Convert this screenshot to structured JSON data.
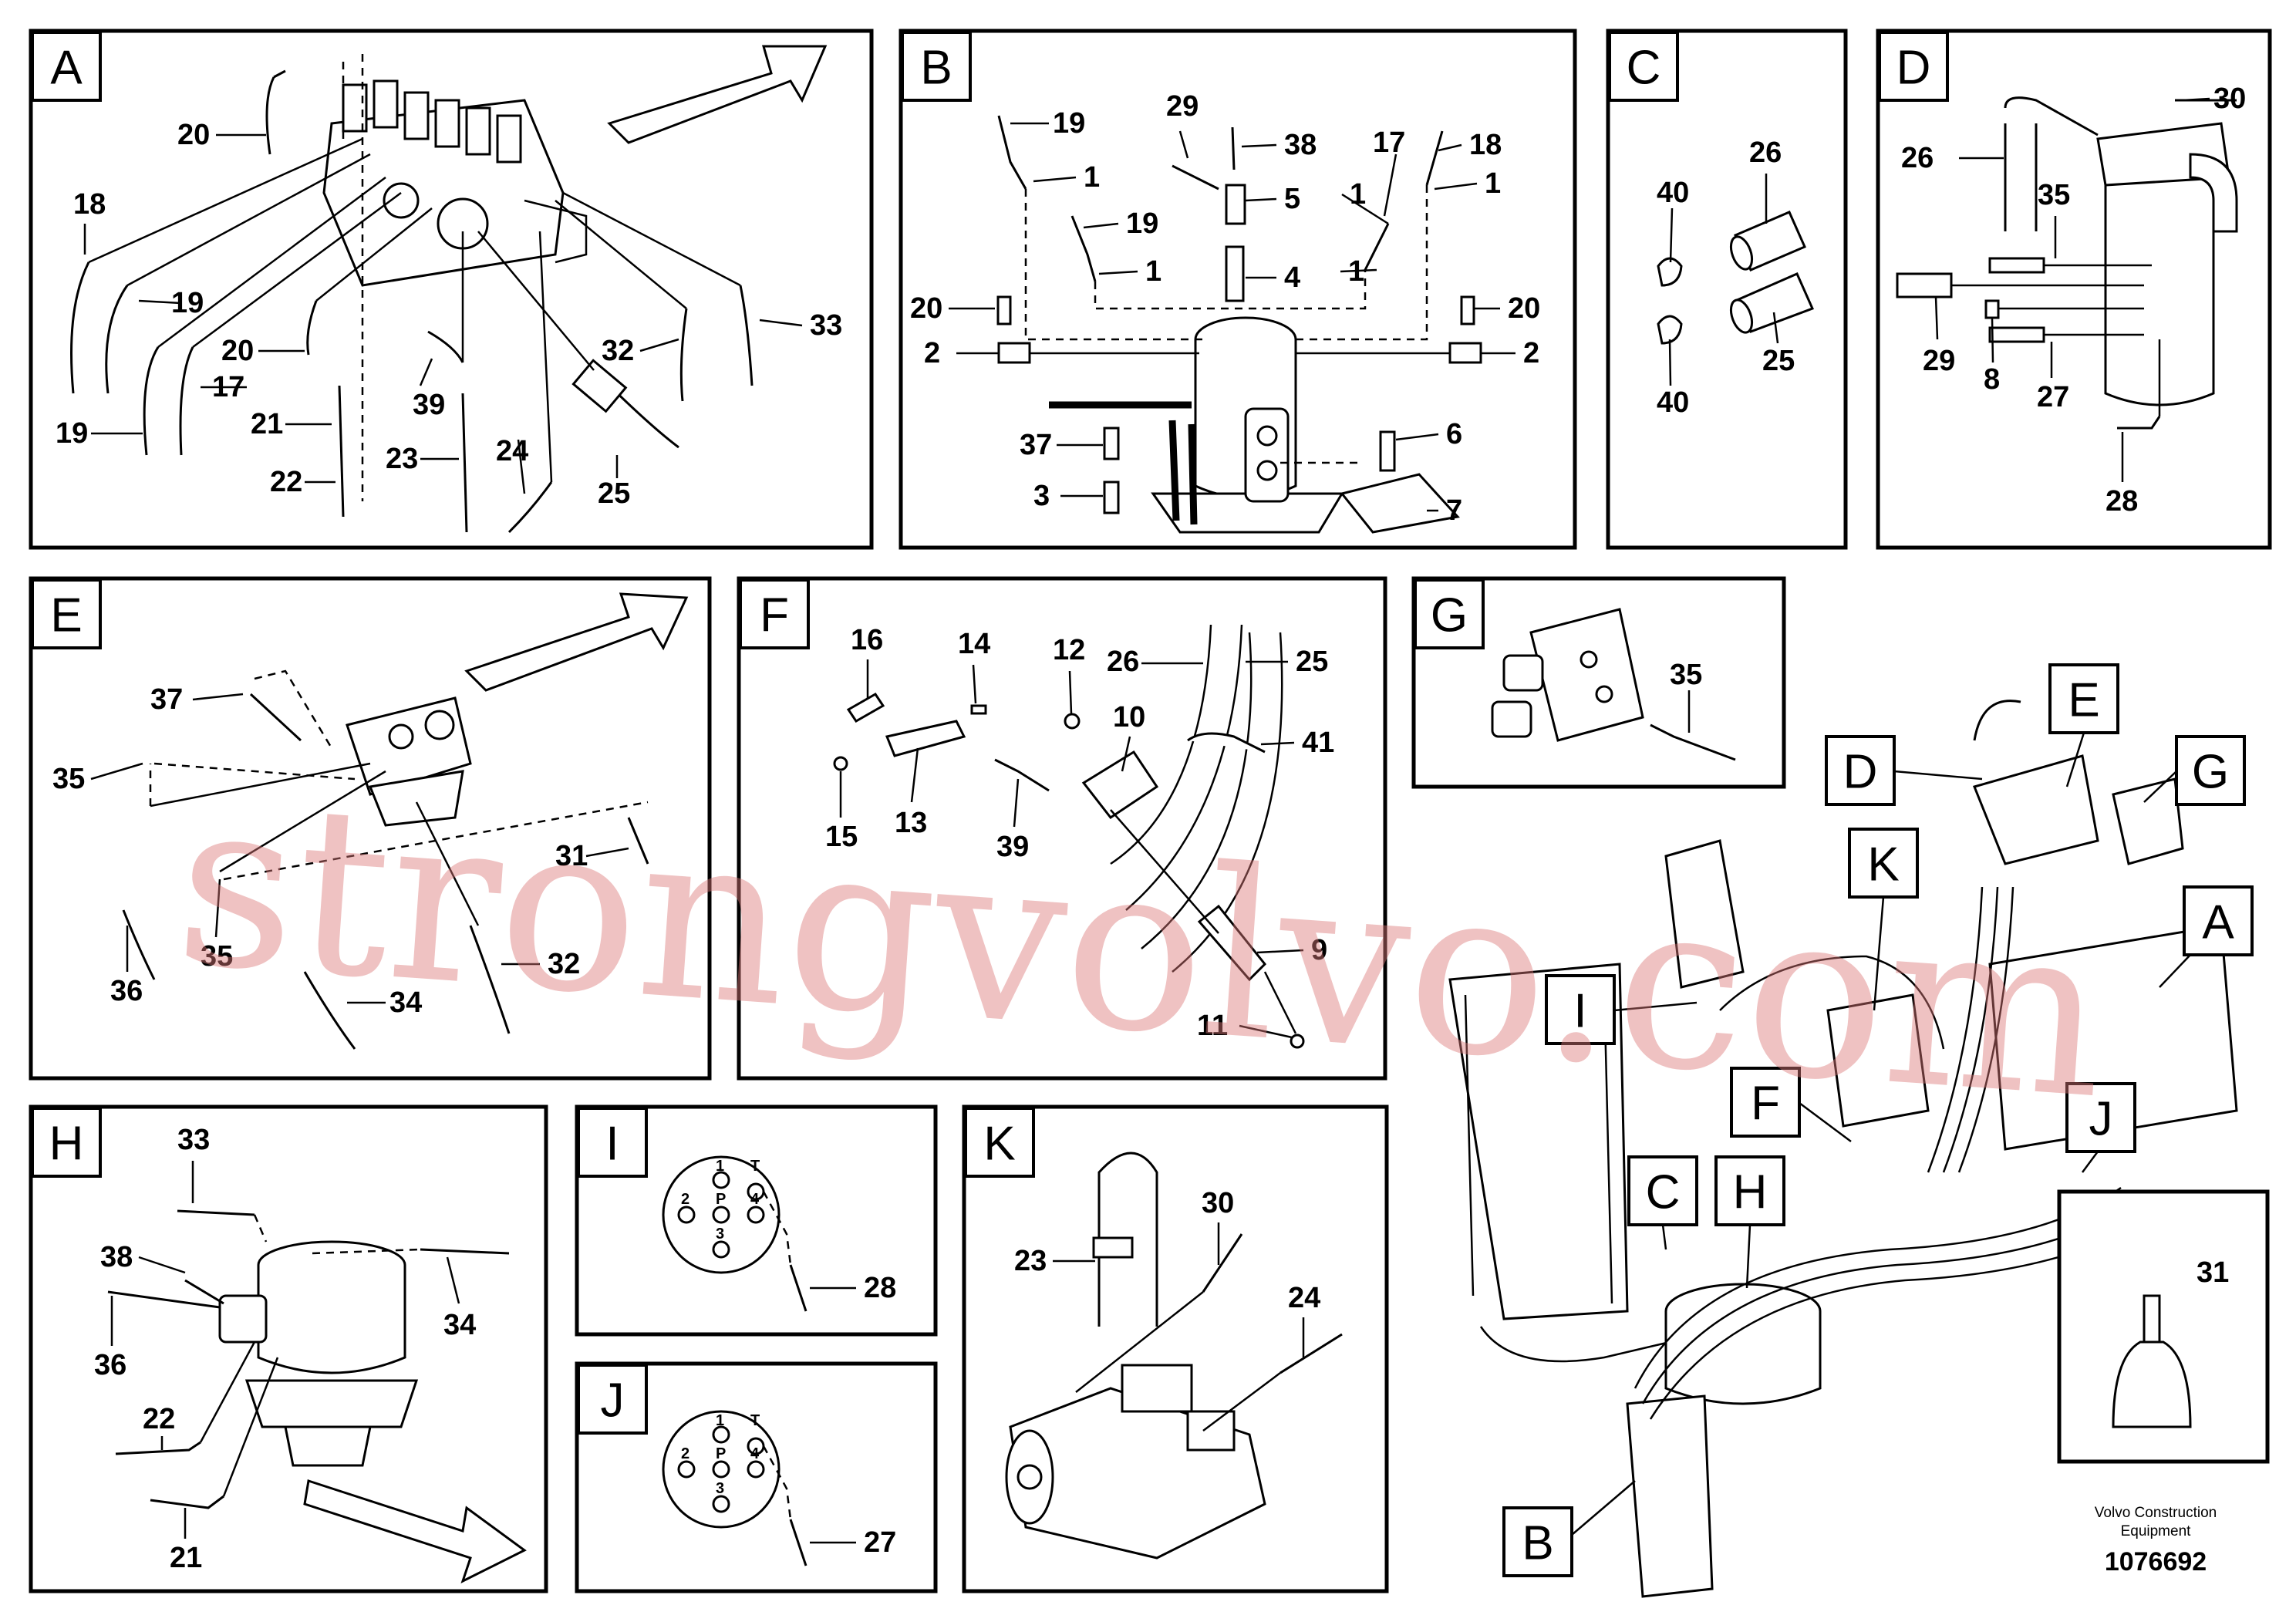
{
  "panels": {
    "A": {
      "letter": "A",
      "labels": [
        "20",
        "18",
        "19",
        "20",
        "17",
        "19",
        "21",
        "22",
        "23",
        "39",
        "24",
        "32",
        "33",
        "25"
      ]
    },
    "B": {
      "letter": "B",
      "labels": [
        "19",
        "1",
        "29",
        "38",
        "5",
        "17",
        "18",
        "1",
        "1",
        "19",
        "1",
        "4",
        "1",
        "20",
        "2",
        "20",
        "2",
        "37",
        "3",
        "6",
        "7"
      ]
    },
    "C": {
      "letter": "C",
      "labels": [
        "26",
        "40",
        "25",
        "40"
      ]
    },
    "D": {
      "letter": "D",
      "labels": [
        "30",
        "26",
        "35",
        "29",
        "8",
        "27",
        "28"
      ]
    },
    "E": {
      "letter": "E",
      "labels": [
        "37",
        "35",
        "31",
        "36",
        "35",
        "34",
        "32"
      ]
    },
    "F": {
      "letter": "F",
      "labels": [
        "16",
        "14",
        "12",
        "26",
        "25",
        "10",
        "41",
        "15",
        "13",
        "39",
        "9",
        "11"
      ]
    },
    "G": {
      "letter": "G",
      "labels": [
        "35"
      ]
    },
    "H": {
      "letter": "H",
      "labels": [
        "33",
        "38",
        "34",
        "36",
        "22",
        "21"
      ]
    },
    "I": {
      "letter": "I",
      "labels": [
        "28"
      ],
      "ports": [
        "1",
        "T",
        "2",
        "P",
        "4",
        "3"
      ]
    },
    "J": {
      "letter": "J",
      "labels": [
        "27"
      ],
      "ports": [
        "1",
        "T",
        "2",
        "P",
        "4",
        "3"
      ]
    },
    "K": {
      "letter": "K",
      "labels": [
        "30",
        "23",
        "24"
      ]
    },
    "overview": {
      "callouts": [
        "E",
        "D",
        "G",
        "K",
        "A",
        "I",
        "F",
        "J",
        "C",
        "H",
        "B"
      ],
      "label": "31"
    }
  },
  "footer": {
    "brand_line1": "Volvo Construction",
    "brand_line2": "Equipment",
    "drawing_number": "1076692"
  },
  "watermark": "strongvolvo.com"
}
